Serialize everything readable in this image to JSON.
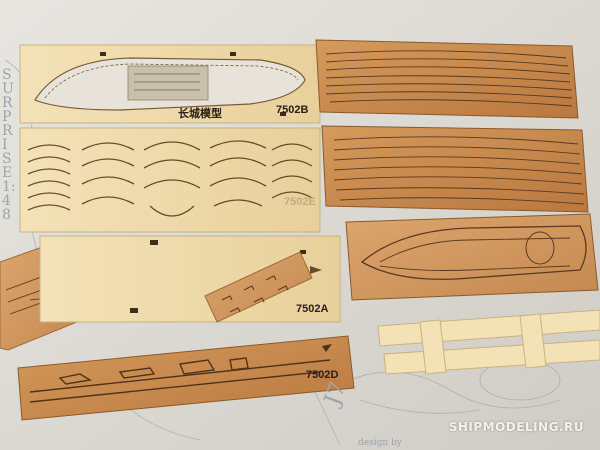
{
  "image": {
    "subject": "laser-cut plywood model ship kit sheets on instruction paper",
    "colors": {
      "background_paper": "#e3e1dc",
      "light_plywood": "#efdcae",
      "dark_veneer": "#c98c50",
      "mid_veneer": "#d6a06a",
      "engraving": "#6b4a2b"
    }
  },
  "labels": {
    "sheet_a": "7502A",
    "sheet_b": "7502B",
    "sheet_d": "7502D",
    "sheet_e": "7502E",
    "brand_mark": "长城模型"
  },
  "paper_print": {
    "left_margin": "SURPRISE 1:48",
    "bottom_code": "J7",
    "bottom_caption": "design by"
  },
  "watermark": "SHIPMODELING.RU"
}
